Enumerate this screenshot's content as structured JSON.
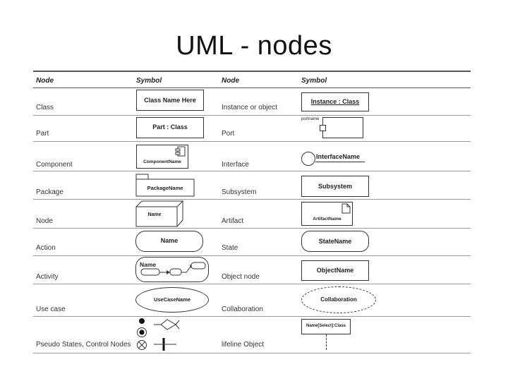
{
  "title": "UML - nodes",
  "table": {
    "headers": [
      "Node",
      "Symbol",
      "Node",
      "Symbol"
    ],
    "left_nodes": [
      "Class",
      "Part",
      "Component",
      "Package",
      "Node",
      "Action",
      "Activity",
      "Use case",
      "Pseudo States, Control Nodes"
    ],
    "right_nodes": [
      "Instance or object",
      "Port",
      "Interface",
      "Subsystem",
      "Artifact",
      "State",
      "Object node",
      "Collaboration",
      "lifeline Object"
    ],
    "symbol_text": {
      "class": "Class Name Here",
      "part": "Part : Class",
      "component": "ComponentName",
      "package": "PackageName",
      "node": "Name",
      "action": "Name",
      "activity": "Name",
      "usecase": "UseCaseName",
      "instance": "Instance : Class",
      "port_label": "portname",
      "interface": "InterfaceName",
      "subsystem": "Subsystem",
      "artifact": "ArtifactName",
      "state": "StateName",
      "object_node": "ObjectName",
      "collaboration": "Collaboration",
      "lifeline": "Name[Select]:Class"
    }
  }
}
